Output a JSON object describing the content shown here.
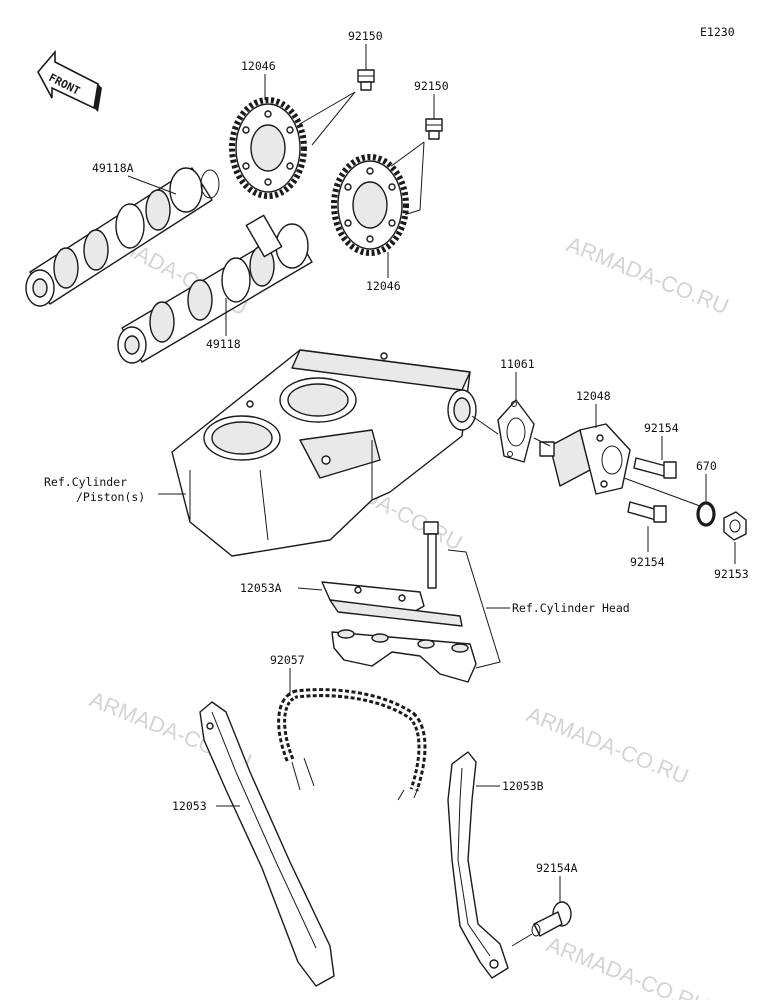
{
  "diagram_code": "E1230",
  "front_label": "FRONT",
  "watermark": "ARMADA-CO.RU",
  "colors": {
    "line": "#1a1a1a",
    "watermark": "#d4d4d4",
    "background": "#ffffff"
  },
  "parts": {
    "bolt_top_left": "92150",
    "bolt_top_right": "92150",
    "sprocket_upper": "12046",
    "sprocket_lower": "12046",
    "camshaft_exhaust": "49118A",
    "camshaft_intake": "49118",
    "gasket": "11061",
    "tensioner": "12048",
    "bolt_tensioner_upper": "92154",
    "bolt_tensioner_lower": "92154",
    "washer": "670",
    "cap_bolt": "92153",
    "guide_upper": "12053A",
    "chain": "92057",
    "guide_front": "12053",
    "guide_rear": "12053B",
    "pivot_bolt": "92154A"
  },
  "references": {
    "cylinder_line1": "Ref.Cylinder",
    "cylinder_line2": "/Piston(s)",
    "cylinder_head": "Ref.Cylinder Head"
  }
}
